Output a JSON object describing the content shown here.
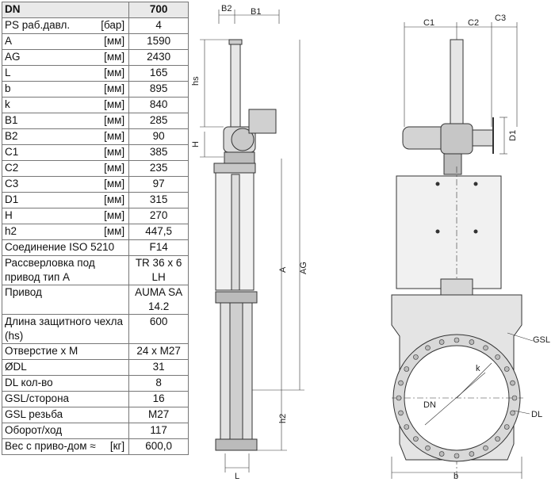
{
  "table": {
    "header": {
      "param": "DN",
      "value": "700"
    },
    "rows": [
      {
        "param": "PS раб.давл.",
        "unit": "[бар]",
        "value": "4"
      },
      {
        "param": "A",
        "unit": "[мм]",
        "value": "1590"
      },
      {
        "param": "AG",
        "unit": "[мм]",
        "value": "2430"
      },
      {
        "param": "L",
        "unit": "[мм]",
        "value": "165"
      },
      {
        "param": "b",
        "unit": "[мм]",
        "value": "895"
      },
      {
        "param": "k",
        "unit": "[мм]",
        "value": "840"
      },
      {
        "param": "B1",
        "unit": "[мм]",
        "value": "285"
      },
      {
        "param": "B2",
        "unit": "[мм]",
        "value": "90"
      },
      {
        "param": "C1",
        "unit": "[мм]",
        "value": "385"
      },
      {
        "param": "C2",
        "unit": "[мм]",
        "value": "235"
      },
      {
        "param": "C3",
        "unit": "[мм]",
        "value": "97"
      },
      {
        "param": "D1",
        "unit": "[мм]",
        "value": "315"
      },
      {
        "param": "H",
        "unit": "[мм]",
        "value": "270"
      },
      {
        "param": "h2",
        "unit": "[мм]",
        "value": "447,5"
      },
      {
        "param": "Соединение ISO 5210",
        "unit": "",
        "value": "F14"
      },
      {
        "param": "Рассверловка под привод тип A",
        "unit": "",
        "value": "TR 36 x 6 LH"
      },
      {
        "param": "Привод",
        "unit": "",
        "value": "AUMA SA 14.2"
      },
      {
        "param": "Длина защитного чехла (hs)",
        "unit": "",
        "value": "600"
      },
      {
        "param": "Отверстие x M",
        "unit": "",
        "value": "24 x M27"
      },
      {
        "param": "ØDL",
        "unit": "",
        "value": "31"
      },
      {
        "param": "DL кол-во",
        "unit": "",
        "value": "8"
      },
      {
        "param": "GSL/сторона",
        "unit": "",
        "value": "16"
      },
      {
        "param": "GSL резьба",
        "unit": "",
        "value": "M27"
      },
      {
        "param": "Оборот/ход",
        "unit": "",
        "value": "117"
      },
      {
        "param": "Вес с приво-дом ≈",
        "unit": "[кг]",
        "value": "600,0"
      }
    ]
  },
  "drawing": {
    "labels": {
      "B2": "B2",
      "B1": "B1",
      "hs": "hs",
      "H": "H",
      "A": "A",
      "AG": "AG",
      "h2": "h2",
      "L": "L",
      "C1": "C1",
      "C2": "C2",
      "C3": "C3",
      "D1": "D1",
      "GSL": "GSL",
      "k": "k",
      "DN": "DN",
      "DL": "DL",
      "b": "b"
    }
  }
}
